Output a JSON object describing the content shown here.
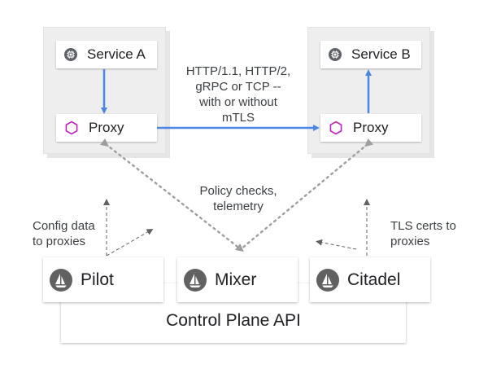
{
  "services": {
    "a": {
      "label": "Service A",
      "icon": "chip-icon"
    },
    "b": {
      "label": "Service B",
      "icon": "chip-icon"
    }
  },
  "proxies": {
    "a": {
      "label": "Proxy",
      "icon": "hexagon-icon"
    },
    "b": {
      "label": "Proxy",
      "icon": "hexagon-icon"
    }
  },
  "annotations": {
    "protocol": "HTTP/1.1, HTTP/2,\ngRPC or TCP --\nwith or without\nmTLS",
    "policy": "Policy checks,\ntelemetry",
    "config": "Config data\nto proxies",
    "tls": "TLS certs to\nproxies"
  },
  "control_plane": {
    "title": "Control Plane API",
    "components": [
      {
        "label": "Pilot",
        "icon": "sail-icon"
      },
      {
        "label": "Mixer",
        "icon": "sail-icon"
      },
      {
        "label": "Citadel",
        "icon": "sail-icon"
      }
    ]
  },
  "colors": {
    "data_arrow": "#4a86e8",
    "dotted_arrow": "#9e9e9e",
    "hexagon": "#c51fc1",
    "icon_circle": "#616161"
  }
}
